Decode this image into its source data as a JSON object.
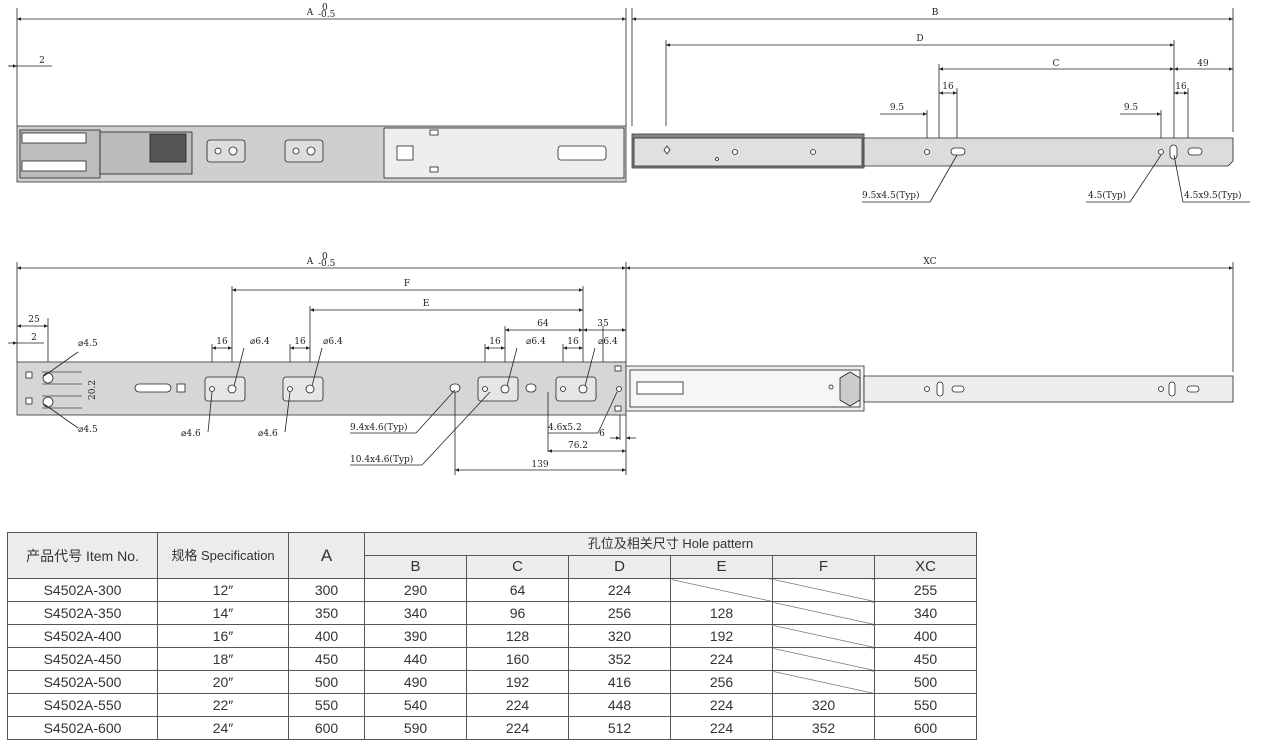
{
  "drawing": {
    "top_view": {
      "labels": {
        "A": "A",
        "A_tol_upper": "0",
        "A_tol_lower": "-0.5",
        "B": "B",
        "C": "C",
        "D": "D",
        "d_2": "2",
        "d_49": "49",
        "d_16a": "16",
        "d_16b": "16",
        "d_9_5a": "9.5",
        "d_9_5b": "9.5",
        "note_slot_9_5x4_5": "9.5x4.5(Typ)",
        "note_hole_4_5": "4.5(Typ)",
        "note_slot_4_5x9_5": "4.5x9.5(Typ)"
      }
    },
    "side_view": {
      "labels": {
        "A": "A",
        "A_tol_upper": "0",
        "A_tol_lower": "-0.5",
        "XC": "XC",
        "F": "F",
        "E": "E",
        "d_25": "25",
        "d_2": "2",
        "d_64": "64",
        "d_35": "35",
        "d_16a": "16",
        "d_16b": "16",
        "d_16c": "16",
        "d_16d": "16",
        "dia_6_4a": "⌀6.4",
        "dia_6_4b": "⌀6.4",
        "dia_6_4c": "⌀6.4",
        "dia_6_4d": "⌀6.4",
        "dia_4_5_top": "⌀4.5",
        "dia_4_5_bot": "⌀4.5",
        "d_20_2": "20.2",
        "dia_4_6a": "⌀4.6",
        "dia_4_6b": "⌀4.6",
        "note_9_4x4_6": "9.4x4.6(Typ)",
        "note_10_4x4_6": "10.4x4.6(Typ)",
        "note_4_6x5_2": "4.6x5.2",
        "d_6": "6",
        "d_76_2": "76.2",
        "d_139": "139"
      }
    }
  },
  "table": {
    "header": {
      "item_no": "产品代号 Item No.",
      "spec": "规格 Specification",
      "a": "A",
      "hole_pattern": "孔位及相关尺寸 Hole pattern",
      "cols": [
        "B",
        "C",
        "D",
        "E",
        "F",
        "XC"
      ]
    },
    "rows": [
      {
        "item": "S4502A-300",
        "spec": "12″",
        "a": "300",
        "b": "290",
        "c": "64",
        "d": "224",
        "e": "",
        "f": "",
        "xc": "255"
      },
      {
        "item": "S4502A-350",
        "spec": "14″",
        "a": "350",
        "b": "340",
        "c": "96",
        "d": "256",
        "e": "128",
        "f": "",
        "xc": "340"
      },
      {
        "item": "S4502A-400",
        "spec": "16″",
        "a": "400",
        "b": "390",
        "c": "128",
        "d": "320",
        "e": "192",
        "f": "",
        "xc": "400"
      },
      {
        "item": "S4502A-450",
        "spec": "18″",
        "a": "450",
        "b": "440",
        "c": "160",
        "d": "352",
        "e": "224",
        "f": "",
        "xc": "450"
      },
      {
        "item": "S4502A-500",
        "spec": "20″",
        "a": "500",
        "b": "490",
        "c": "192",
        "d": "416",
        "e": "256",
        "f": "",
        "xc": "500"
      },
      {
        "item": "S4502A-550",
        "spec": "22″",
        "a": "550",
        "b": "540",
        "c": "224",
        "d": "448",
        "e": "224",
        "f": "320",
        "xc": "550"
      },
      {
        "item": "S4502A-600",
        "spec": "24″",
        "a": "600",
        "b": "590",
        "c": "224",
        "d": "512",
        "e": "224",
        "f": "352",
        "xc": "600"
      }
    ]
  }
}
